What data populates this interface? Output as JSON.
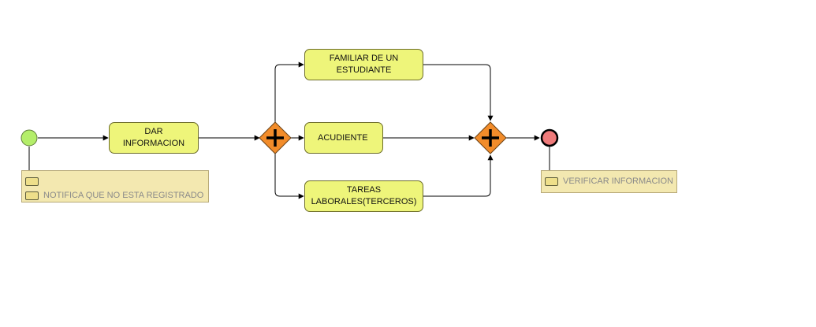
{
  "diagram": {
    "tasks": {
      "dar_informacion": "DAR\nINFORMACION",
      "familiar": "FAMILIAR DE UN\nESTUDIANTE",
      "acudiente": "ACUDIENTE",
      "tareas": "TAREAS\nLABORALES(TERCEROS)"
    },
    "notes": {
      "start_note": {
        "item_1": "",
        "item_2": "NOTIFICA QUE NO ESTA REGISTRADO"
      },
      "end_note": {
        "item_1": "VERIFICAR INFORMACION"
      }
    },
    "colors": {
      "start_event": "#b4ee6a",
      "end_event": "#ef7b7b",
      "task_fill": "#eef57a",
      "gateway_fill": "#f28c2a",
      "note_fill": "#f3e8b0",
      "edge": "#000000"
    },
    "icons": {
      "start_event": "start-event-circle",
      "end_event": "end-event-circle",
      "gateway_split": "parallel-gateway-plus",
      "gateway_join": "parallel-gateway-plus"
    }
  }
}
